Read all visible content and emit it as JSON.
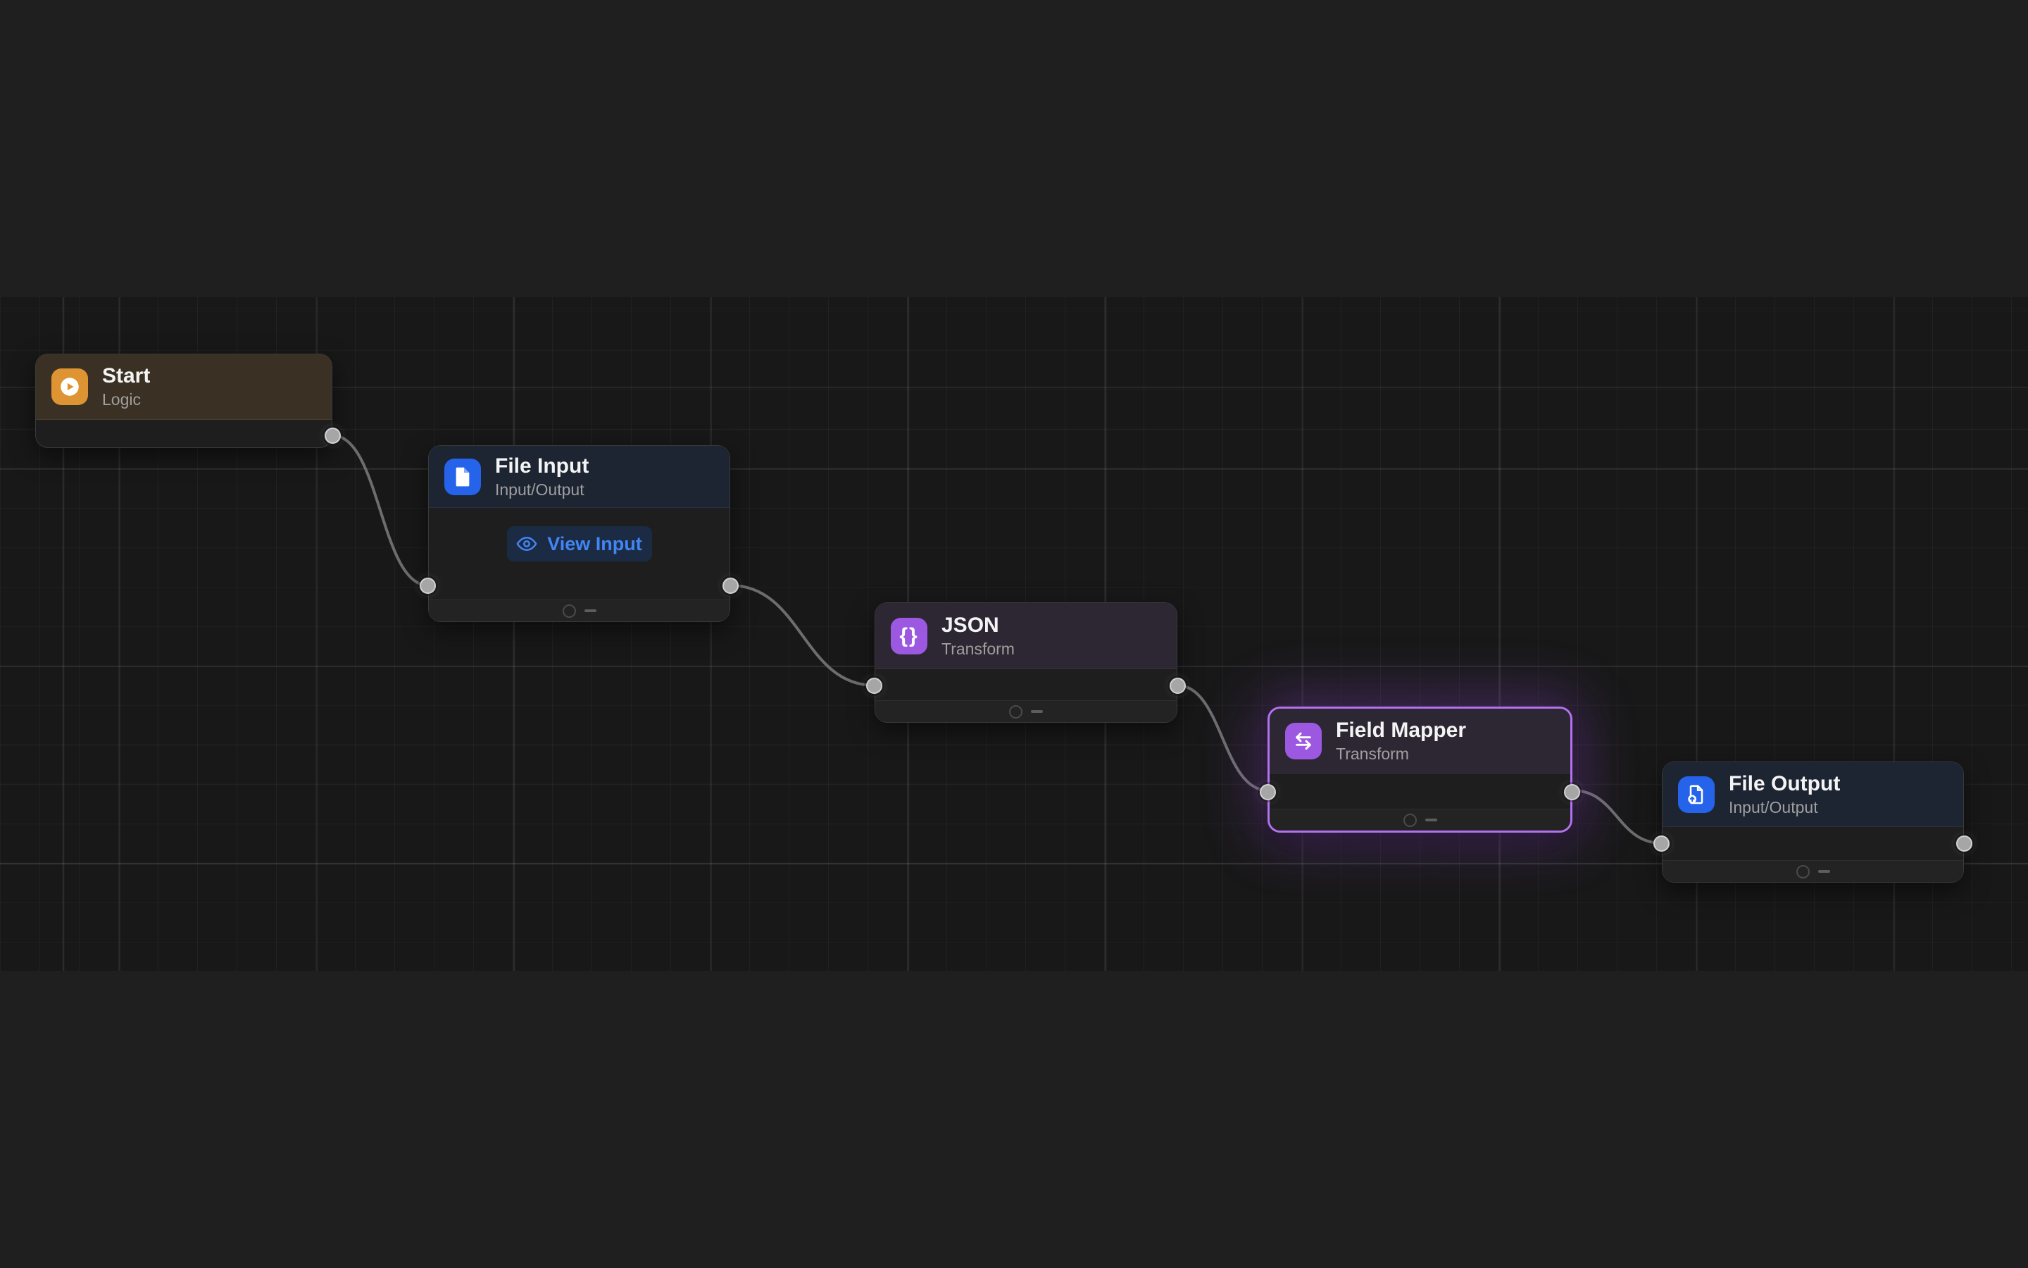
{
  "canvas": {
    "background": "#1f1f1f",
    "selection_color": "#a855f7"
  },
  "selected_node": "Field Mapper",
  "nodes": [
    {
      "title": "Start",
      "category": "Logic",
      "icon": "play-icon",
      "accent": "#df9434"
    },
    {
      "title": "File Input",
      "category": "Input/Output",
      "icon": "file-icon",
      "accent": "#2563eb",
      "action_label": "View Input"
    },
    {
      "title": "JSON",
      "category": "Transform",
      "icon": "braces-icon",
      "accent": "#9d58e2",
      "icon_glyph": "{}"
    },
    {
      "title": "Field Mapper",
      "category": "Transform",
      "icon": "swap-icon",
      "accent": "#9d58e2",
      "selected": true
    },
    {
      "title": "File Output",
      "category": "Input/Output",
      "icon": "file-export-icon",
      "accent": "#2563eb"
    }
  ],
  "connections": [
    {
      "from": "Start",
      "to": "File Input"
    },
    {
      "from": "File Input",
      "to": "JSON"
    },
    {
      "from": "JSON",
      "to": "Field Mapper"
    },
    {
      "from": "Field Mapper",
      "to": "File Output"
    }
  ]
}
